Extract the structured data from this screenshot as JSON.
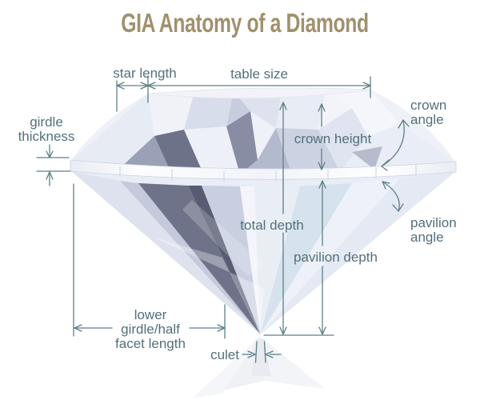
{
  "title": "GIA Anatomy of a Diamond",
  "colors": {
    "title": "#a1906e",
    "label": "#53707a",
    "line": "#5d7f87"
  },
  "labels": {
    "star_length": "star length",
    "table_size": "table size",
    "girdle_thickness": [
      "girdle",
      "thickness"
    ],
    "crown_height": "crown height",
    "crown_angle": [
      "crown",
      "angle"
    ],
    "total_depth": "total depth",
    "pavilion_depth": "pavilion depth",
    "pavilion_angle": [
      "pavilion",
      "angle"
    ],
    "lower_girdle": [
      "lower",
      "girdle/half",
      "facet length"
    ],
    "culet": "culet"
  }
}
